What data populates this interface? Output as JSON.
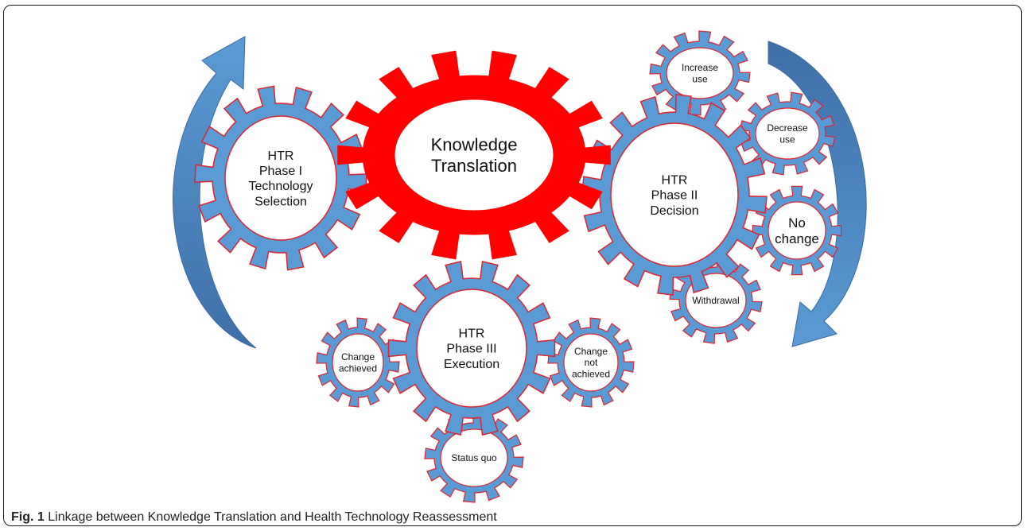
{
  "caption": {
    "label": "Fig. 1",
    "text": "Linkage between Knowledge Translation and Health Technology Reassessment"
  },
  "colors": {
    "gear_blue": "#5b9bd5",
    "gear_red": "#ff0000",
    "outline_red": "#e0242b",
    "arrow_blue": "#4f7fb8"
  },
  "gears": {
    "knowledge_translation": [
      "Knowledge",
      "Translation"
    ],
    "phase1": [
      "HTR",
      "Phase I",
      "Technology",
      "Selection"
    ],
    "phase2": [
      "HTR",
      "Phase II",
      "Decision"
    ],
    "phase3": [
      "HTR",
      "Phase III",
      "Execution"
    ],
    "increase_use": [
      "Increase",
      "use"
    ],
    "decrease_use": [
      "Decrease",
      "use"
    ],
    "no_change": [
      "No",
      "change"
    ],
    "withdrawal": [
      "Withdrawal"
    ],
    "change_achieved": [
      "Change",
      "achieved"
    ],
    "change_not_achieved": [
      "Change",
      "not",
      "achieved"
    ],
    "status_quo": [
      "Status quo"
    ]
  }
}
